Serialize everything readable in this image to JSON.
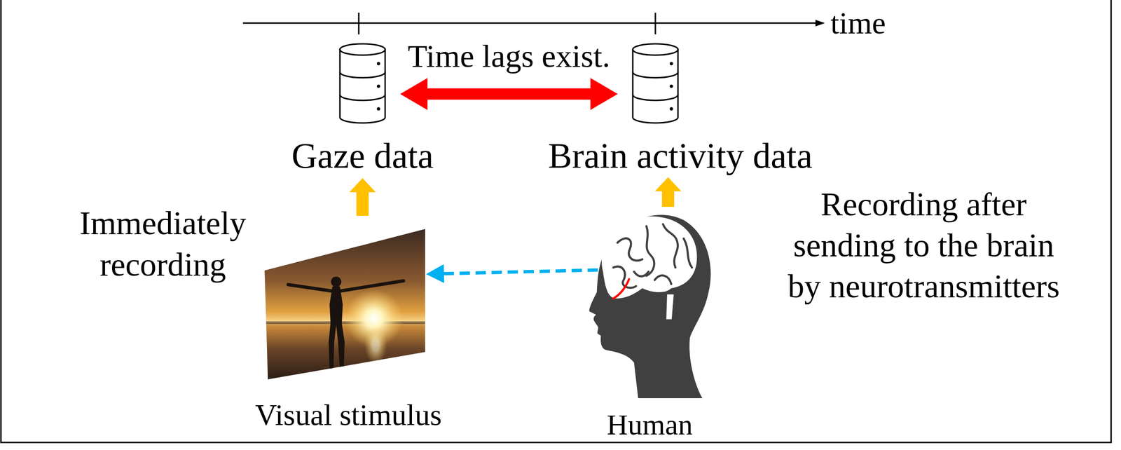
{
  "diagram": {
    "nodes": [
      {
        "text": [
          "Gaze data"
        ]
      },
      {
        "text": [
          "Brain activity data"
        ]
      },
      {
        "text": [
          "Visual stimulus"
        ]
      },
      {
        "text": [
          "Human"
        ]
      }
    ],
    "edges": [
      {
        "from": 0,
        "to": 1,
        "arrow": "both",
        "label": "Time lags exist."
      },
      {
        "from": 2,
        "to": 0,
        "arrow": "to"
      },
      {
        "from": 3,
        "to": 1,
        "arrow": "to"
      },
      {
        "from": 3,
        "to": 2,
        "arrow": "to"
      }
    ],
    "labels": [
      "time",
      "Immediately recording",
      "Recording after sending to the brain by neurotransmitters"
    ]
  }
}
